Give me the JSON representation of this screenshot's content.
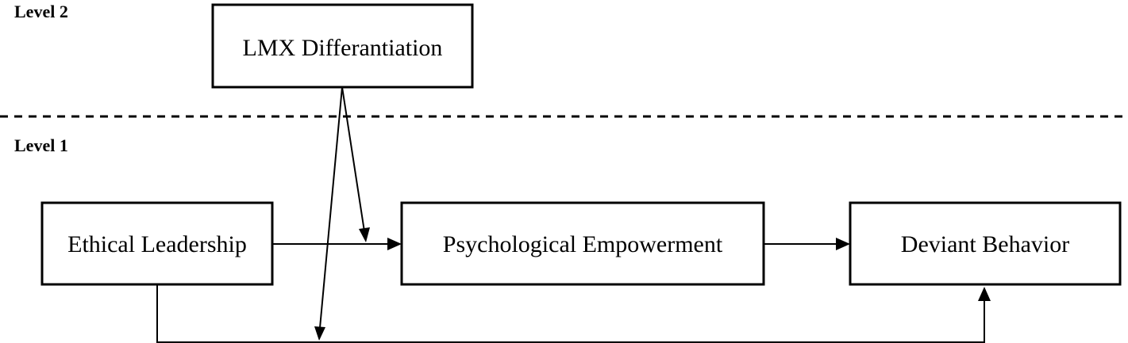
{
  "levels": {
    "upper": "Level 2",
    "lower": "Level 1"
  },
  "nodes": {
    "moderator": "LMX Differantiation",
    "predictor": "Ethical Leadership",
    "mediator": "Psychological Empowerment",
    "outcome": "Deviant Behavior"
  },
  "colors": {
    "stroke": "#000000",
    "background": "#ffffff"
  }
}
